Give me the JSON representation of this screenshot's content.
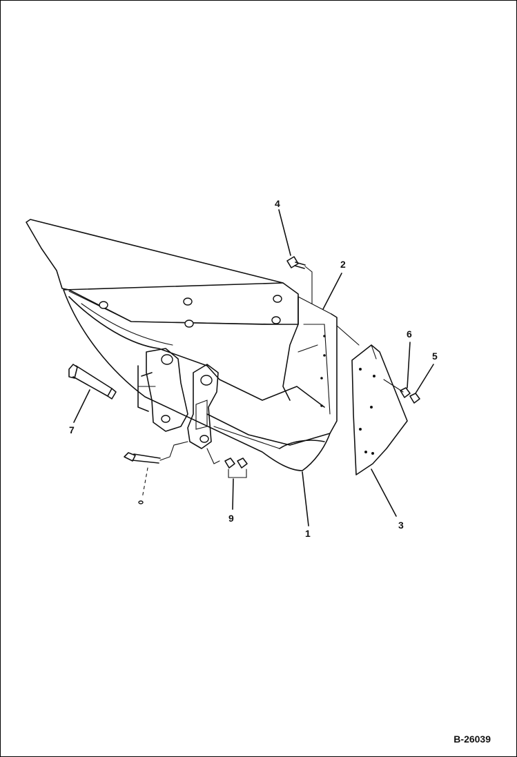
{
  "diagram": {
    "callouts": {
      "c1": "1",
      "c2": "2",
      "c3": "3",
      "c4": "4",
      "c5": "5",
      "c6": "6",
      "c7": "7",
      "c9": "9"
    },
    "drawing_code": "B-26039"
  }
}
